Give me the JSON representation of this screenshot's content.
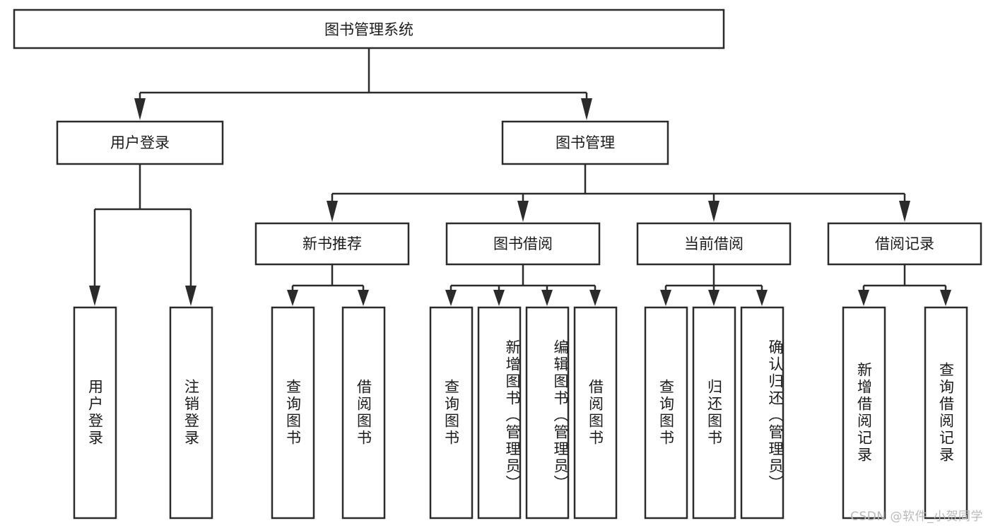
{
  "diagram": {
    "title": "图书管理系统",
    "type": "tree-hierarchy",
    "watermark": "CSDN @软件_小贺同学",
    "colors": {
      "box_stroke": "#2b2b2b",
      "box_fill": "#ffffff",
      "text": "#1b1b1b",
      "background": "#ffffff",
      "watermark": "#b9b9b9"
    },
    "root": {
      "label": "图书管理系统"
    },
    "level2": [
      {
        "label": "用户登录"
      },
      {
        "label": "图书管理"
      }
    ],
    "level3": [
      {
        "label": "新书推荐"
      },
      {
        "label": "图书借阅"
      },
      {
        "label": "当前借阅"
      },
      {
        "label": "借阅记录"
      }
    ],
    "leaves": {
      "user_login": [
        {
          "label": "用户登录"
        },
        {
          "label": "注销登录"
        }
      ],
      "new_book_recommend": [
        {
          "label": "查询图书"
        },
        {
          "label": "借阅图书"
        }
      ],
      "book_borrow": [
        {
          "label": "查询图书"
        },
        {
          "label": "新增图书（管理员）"
        },
        {
          "label": "编辑图书（管理员）"
        },
        {
          "label": "借阅图书"
        }
      ],
      "current_borrow": [
        {
          "label": "查询图书"
        },
        {
          "label": "归还图书"
        },
        {
          "label": "确认归还（管理员）"
        }
      ],
      "borrow_record": [
        {
          "label": "新增借阅记录"
        },
        {
          "label": "查询借阅记录"
        }
      ]
    }
  }
}
